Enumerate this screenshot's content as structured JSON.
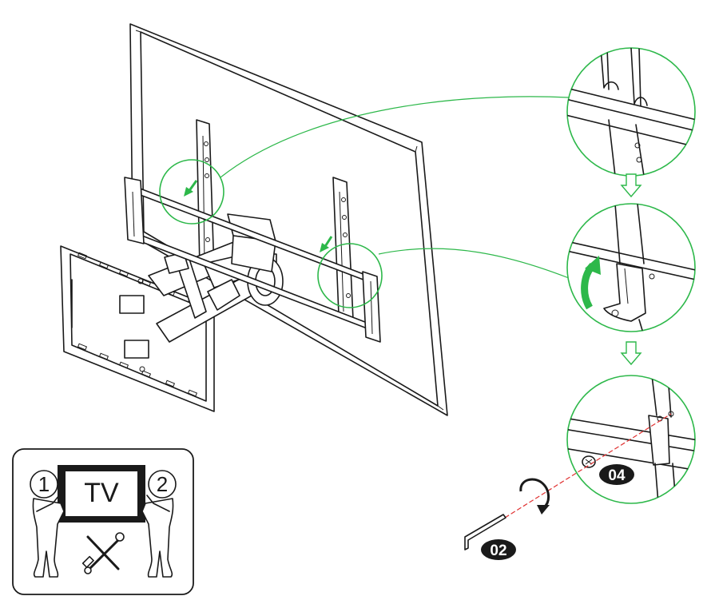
{
  "inset": {
    "tv_label": "TV",
    "person_left": "1",
    "person_right": "2",
    "icons": [
      "person-icon",
      "tv-icon",
      "screwdriver-icon",
      "wrench-icon"
    ]
  },
  "steps": {
    "hardware_badge": "04",
    "tool_badge": "02"
  },
  "icons": [
    "rotate-arrow-icon",
    "down-arrow-icon",
    "hex-key-icon",
    "screw-icon"
  ],
  "colors": {
    "callout": "#2db84a",
    "line_art": "#1a1a1a",
    "axis_dash": "#e03030"
  }
}
